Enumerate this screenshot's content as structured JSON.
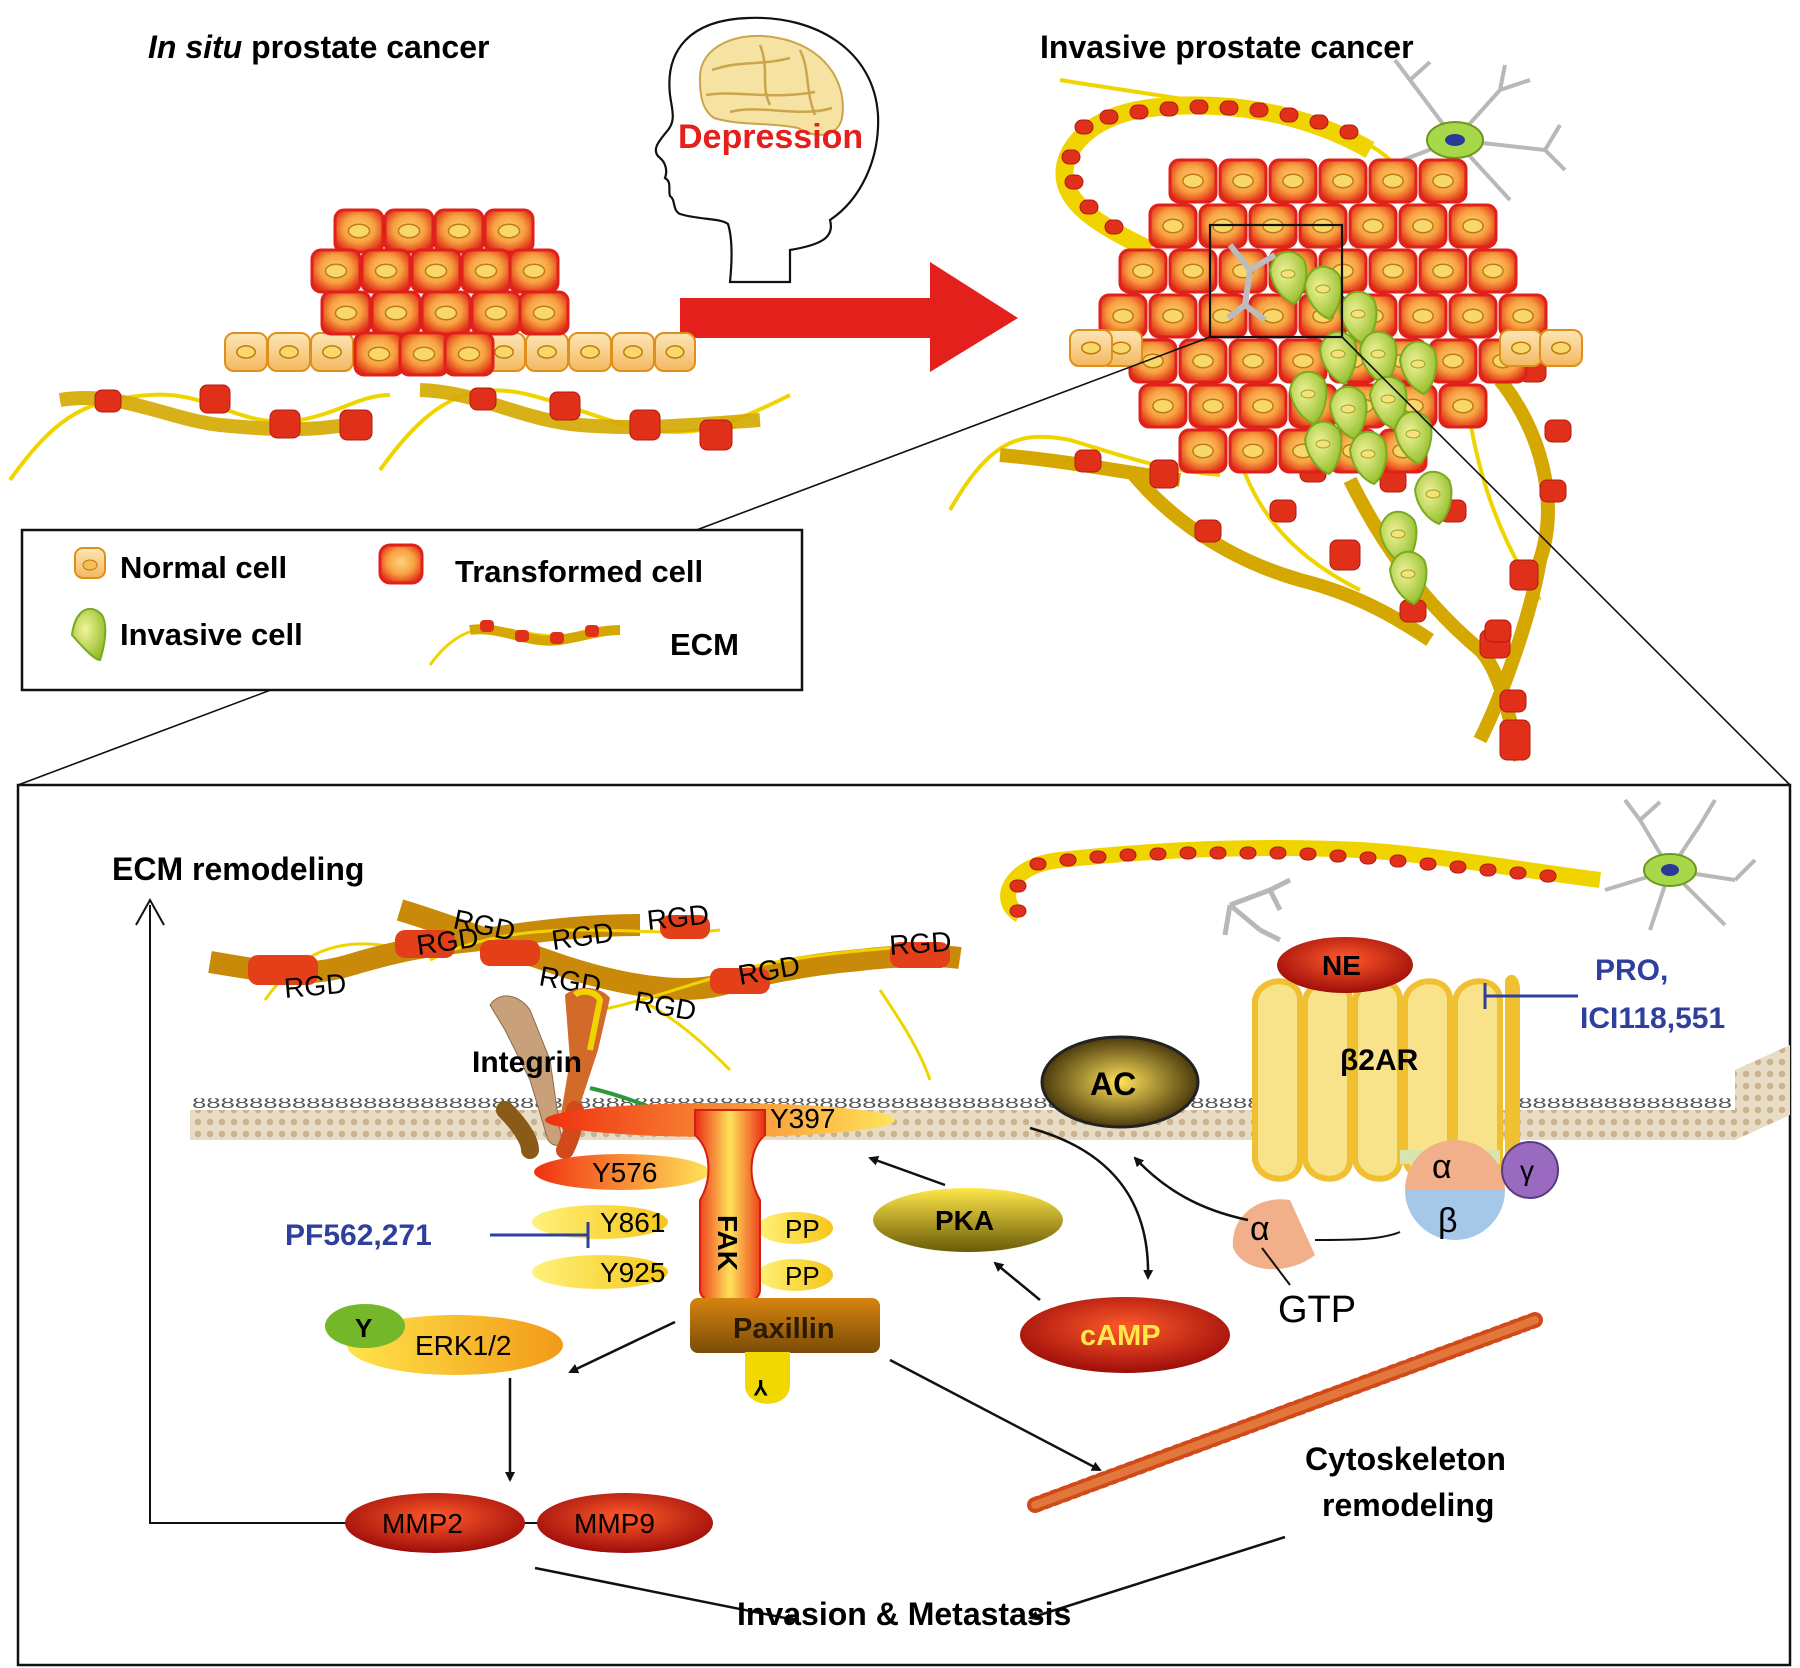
{
  "top": {
    "insitu_title_italic": "In situ",
    "insitu_title_rest": " prostate cancer",
    "invasive_title": "Invasive prostate cancer",
    "depression": "Depression"
  },
  "legend": {
    "normal": "Normal cell",
    "transformed": "Transformed cell",
    "invasive": "Invasive cell",
    "ecm": "ECM"
  },
  "pathway": {
    "ecm_remodeling": "ECM remodeling",
    "rgd": "RGD",
    "integrin": "Integrin",
    "ac": "AC",
    "b2ar": "β2AR",
    "ne": "NE",
    "pro_line1": "PRO,",
    "pro_line2": "ICI118,551",
    "y397": "Y397",
    "y576": "Y576",
    "y861": "Y861",
    "y925": "Y925",
    "pp": "PP",
    "fak": "FAK",
    "paxillin": "Paxillin",
    "y": "Y",
    "pf": "PF562,271",
    "erk": "ERK1/2",
    "pka": "PKA",
    "camp": "cAMP",
    "alpha": "α",
    "beta": "β",
    "gamma": "γ",
    "gtp": "GTP",
    "mmp2": "MMP2",
    "mmp9": "MMP9",
    "cyto_line1": "Cytoskeleton",
    "cyto_line2": "remodeling",
    "invasion": "Invasion & Metastasis"
  },
  "colors": {
    "red_arrow": "#e3201b",
    "inhibitor_blue": "#2e3f9c",
    "depression_red": "#e3201b"
  }
}
